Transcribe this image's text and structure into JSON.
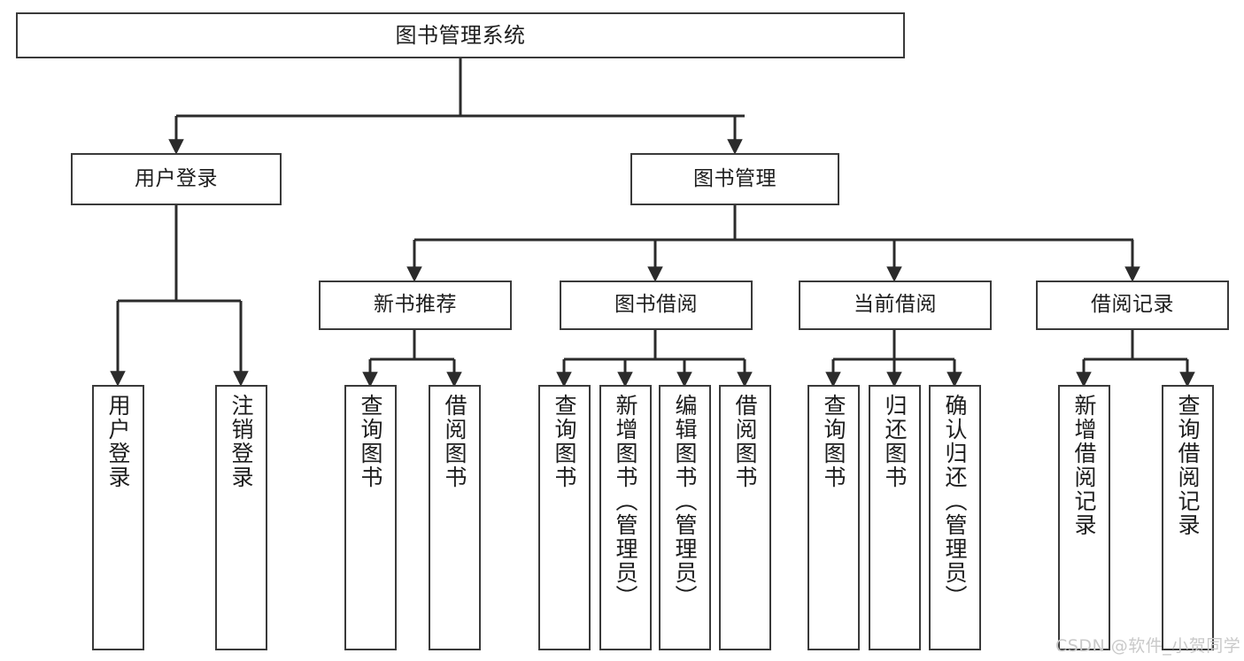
{
  "diagram": {
    "type": "tree-hierarchy-chart",
    "title": "图书管理系统",
    "watermark": "CSDN @软件_小贺同学",
    "colors": {
      "background": "#ffffff",
      "node_border": "#3a3a3a",
      "node_fill": "#ffffff",
      "connector": "#2b2b2b",
      "text": "#1d1d1d",
      "watermark": "#c9c9c9"
    },
    "levels": {
      "level1": [
        {
          "id": "root",
          "label": "图书管理系统"
        }
      ],
      "level2": [
        {
          "id": "user-login",
          "label": "用户登录"
        },
        {
          "id": "book-manage",
          "label": "图书管理"
        }
      ],
      "level3": [
        {
          "id": "new-book-recommend",
          "label": "新书推荐"
        },
        {
          "id": "book-borrow",
          "label": "图书借阅"
        },
        {
          "id": "current-borrow",
          "label": "当前借阅"
        },
        {
          "id": "borrow-record",
          "label": "借阅记录"
        }
      ],
      "leaves": {
        "user-login": [
          {
            "id": "leaf-user-login",
            "label": "用户登录"
          },
          {
            "id": "leaf-logout-login",
            "label": "注销登录"
          }
        ],
        "new-book-recommend": [
          {
            "id": "leaf-query-book-1",
            "label": "查询图书"
          },
          {
            "id": "leaf-borrow-book-1",
            "label": "借阅图书"
          }
        ],
        "book-borrow": [
          {
            "id": "leaf-query-book-2",
            "label": "查询图书"
          },
          {
            "id": "leaf-add-book",
            "label": "新增图书（管理员）"
          },
          {
            "id": "leaf-edit-book",
            "label": "编辑图书（管理员）"
          },
          {
            "id": "leaf-borrow-book-2",
            "label": "借阅图书"
          }
        ],
        "current-borrow": [
          {
            "id": "leaf-query-book-3",
            "label": "查询图书"
          },
          {
            "id": "leaf-return-book",
            "label": "归还图书"
          },
          {
            "id": "leaf-confirm-return",
            "label": "确认归还（管理员）"
          }
        ],
        "borrow-record": [
          {
            "id": "leaf-add-record",
            "label": "新增借阅记录"
          },
          {
            "id": "leaf-query-record",
            "label": "查询借阅记录"
          }
        ]
      }
    }
  }
}
